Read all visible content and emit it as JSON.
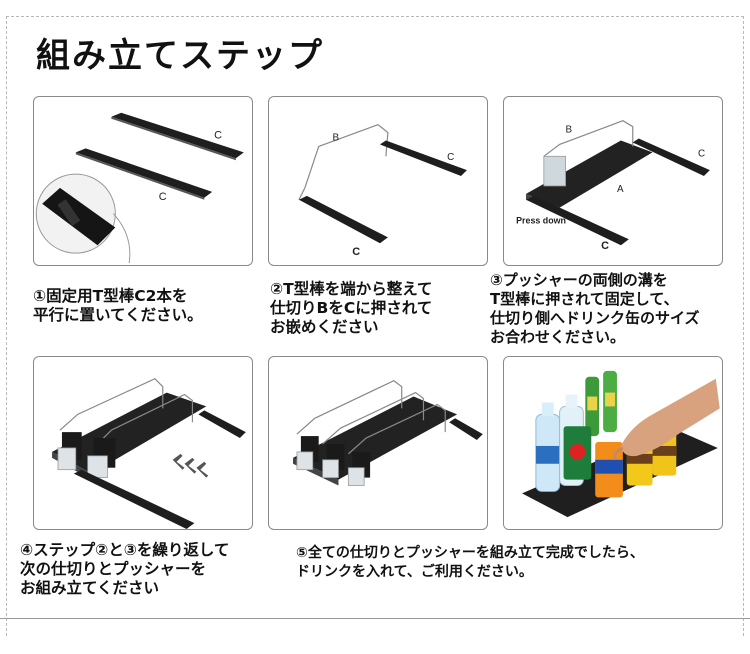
{
  "title": "組み立てステップ",
  "steps": [
    {
      "id": 1,
      "caption": [
        "①固定用T型棒C2本を",
        "平行に置いてください。"
      ],
      "image_labels": [
        "C",
        "C"
      ]
    },
    {
      "id": 2,
      "caption": [
        "②T型棒を端から整えて",
        "仕切りBをCに押されて",
        "お嵌めください"
      ],
      "image_labels": [
        "B",
        "C",
        "C"
      ]
    },
    {
      "id": 3,
      "caption": [
        "③プッシャーの両側の溝を",
        "T型棒に押されて固定して、",
        "仕切り側へドリンク缶のサイズ",
        "お合わせください。"
      ],
      "image_labels": [
        "B",
        "C",
        "A",
        "Press down",
        "C"
      ]
    },
    {
      "id": 4,
      "caption": [
        "④ステップ②と③を繰り返して",
        "次の仕切りとプッシャーを",
        "お組み立てください"
      ],
      "image_labels": []
    },
    {
      "id": 5,
      "caption": [
        "⑤全ての仕切りとプッシャーを組み立て完成でしたら、",
        "ドリンクを入れて、ご利用ください。"
      ],
      "image_labels": []
    }
  ]
}
